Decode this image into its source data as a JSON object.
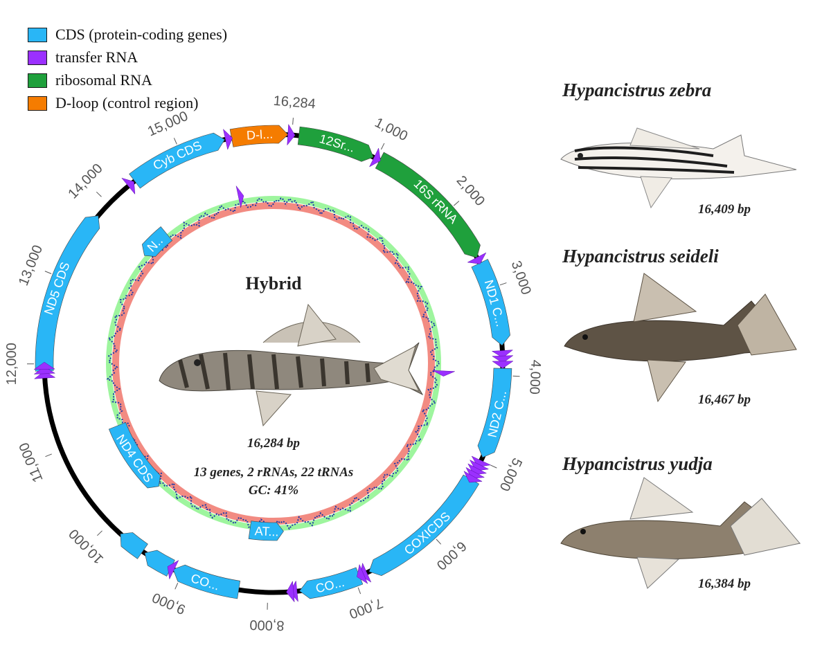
{
  "legend": [
    {
      "label": "CDS (protein-coding genes)",
      "color": "#29b6f6"
    },
    {
      "label": "transfer RNA",
      "color": "#9b30ff"
    },
    {
      "label": "ribosomal RNA",
      "color": "#1fa03c"
    },
    {
      "label": "D-loop (control region)",
      "color": "#f57c00"
    }
  ],
  "map": {
    "title": "Hybrid",
    "length_text": "16,284 bp",
    "genes_text": "13 genes, 2 rRNAs, 22 tRNAs",
    "gc_text": "GC: 41%",
    "total_length": 16284,
    "colors": {
      "cds": "#29b6f6",
      "trna": "#9b30ff",
      "rrna": "#1fa03c",
      "dloop": "#f57c00",
      "backbone": "#000000",
      "gc_high": "#9ef59e",
      "gc_low": "#f28b82",
      "gc_line": "#1e3aa8"
    },
    "ticks": [
      {
        "pos": 1000,
        "label": "1,000"
      },
      {
        "pos": 2000,
        "label": "2,000"
      },
      {
        "pos": 3000,
        "label": "3,000"
      },
      {
        "pos": 4000,
        "label": "4,000"
      },
      {
        "pos": 5000,
        "label": "5,000"
      },
      {
        "pos": 6000,
        "label": "6,000"
      },
      {
        "pos": 7000,
        "label": "7,000"
      },
      {
        "pos": 8000,
        "label": "8,000"
      },
      {
        "pos": 9000,
        "label": "9,000"
      },
      {
        "pos": 10000,
        "label": "10,000"
      },
      {
        "pos": 11000,
        "label": "11,000"
      },
      {
        "pos": 12000,
        "label": "12,000"
      },
      {
        "pos": 13000,
        "label": "13,000"
      },
      {
        "pos": 14000,
        "label": "14,000"
      },
      {
        "pos": 15000,
        "label": "15,000"
      },
      {
        "pos": 16284,
        "label": "16,284"
      }
    ],
    "features": [
      {
        "label": "12Sr...",
        "type": "rrna",
        "start": 80,
        "end": 960,
        "strand": "+"
      },
      {
        "label": "16S rRNA",
        "type": "rrna",
        "start": 1040,
        "end": 2620,
        "strand": "+"
      },
      {
        "label": "ND1 C...",
        "type": "cds",
        "start": 2690,
        "end": 3660,
        "strand": "+"
      },
      {
        "label": "ND2 C...",
        "type": "cds",
        "start": 3920,
        "end": 4960,
        "strand": "+"
      },
      {
        "label": "COXICDS",
        "type": "cds",
        "start": 5240,
        "end": 6820,
        "strand": "+"
      },
      {
        "label": "CO...",
        "type": "cds",
        "start": 6940,
        "end": 7640,
        "strand": "+"
      },
      {
        "label": "AT...",
        "type": "cds",
        "start": 7780,
        "end": 8300,
        "strand": "-"
      },
      {
        "label": "CO...",
        "type": "cds",
        "start": 8330,
        "end": 9110,
        "strand": "+"
      },
      {
        "label": "",
        "type": "cds",
        "start": 9140,
        "end": 9480,
        "strand": "+"
      },
      {
        "label": "",
        "type": "cds",
        "start": 9510,
        "end": 9830,
        "strand": "+"
      },
      {
        "label": "ND4 CDS",
        "type": "cds",
        "start": 9880,
        "end": 11020,
        "strand": "-"
      },
      {
        "label": "ND5 CDS",
        "type": "cds",
        "start": 11920,
        "end": 13820,
        "strand": "+"
      },
      {
        "label": "N..",
        "type": "cds",
        "start": 13810,
        "end": 14290,
        "strand": "-"
      },
      {
        "label": "Cyb CDS",
        "type": "cds",
        "start": 14390,
        "end": 15520,
        "strand": "+"
      },
      {
        "label": "D-l...",
        "type": "dloop",
        "start": 15600,
        "end": 16240,
        "strand": "+"
      }
    ],
    "trnas": [
      {
        "pos": 1000,
        "strand": "+"
      },
      {
        "pos": 2650,
        "strand": "+"
      },
      {
        "pos": 3750,
        "strand": "+"
      },
      {
        "pos": 3810,
        "strand": "+"
      },
      {
        "pos": 3870,
        "strand": "+"
      },
      {
        "pos": 4010,
        "strand": "-"
      },
      {
        "pos": 5030,
        "strand": "+"
      },
      {
        "pos": 5080,
        "strand": "+"
      },
      {
        "pos": 5130,
        "strand": "+"
      },
      {
        "pos": 5180,
        "strand": "+"
      },
      {
        "pos": 5230,
        "strand": "+"
      },
      {
        "pos": 6880,
        "strand": "+"
      },
      {
        "pos": 6920,
        "strand": "+"
      },
      {
        "pos": 7700,
        "strand": "+"
      },
      {
        "pos": 7740,
        "strand": "+"
      },
      {
        "pos": 9130,
        "strand": "+"
      },
      {
        "pos": 11870,
        "strand": "+"
      },
      {
        "pos": 11920,
        "strand": "+"
      },
      {
        "pos": 11970,
        "strand": "+"
      },
      {
        "pos": 14330,
        "strand": "+"
      },
      {
        "pos": 15560,
        "strand": "+"
      },
      {
        "pos": 15570,
        "strand": "-"
      },
      {
        "pos": 16270,
        "strand": "+"
      }
    ]
  },
  "species": [
    {
      "name": "Hypancistrus zebra",
      "length": "16,409 bp"
    },
    {
      "name": "Hypancistrus seideli",
      "length": "16,467 bp"
    },
    {
      "name": "Hypancistrus yudja",
      "length": "16,384 bp"
    }
  ]
}
